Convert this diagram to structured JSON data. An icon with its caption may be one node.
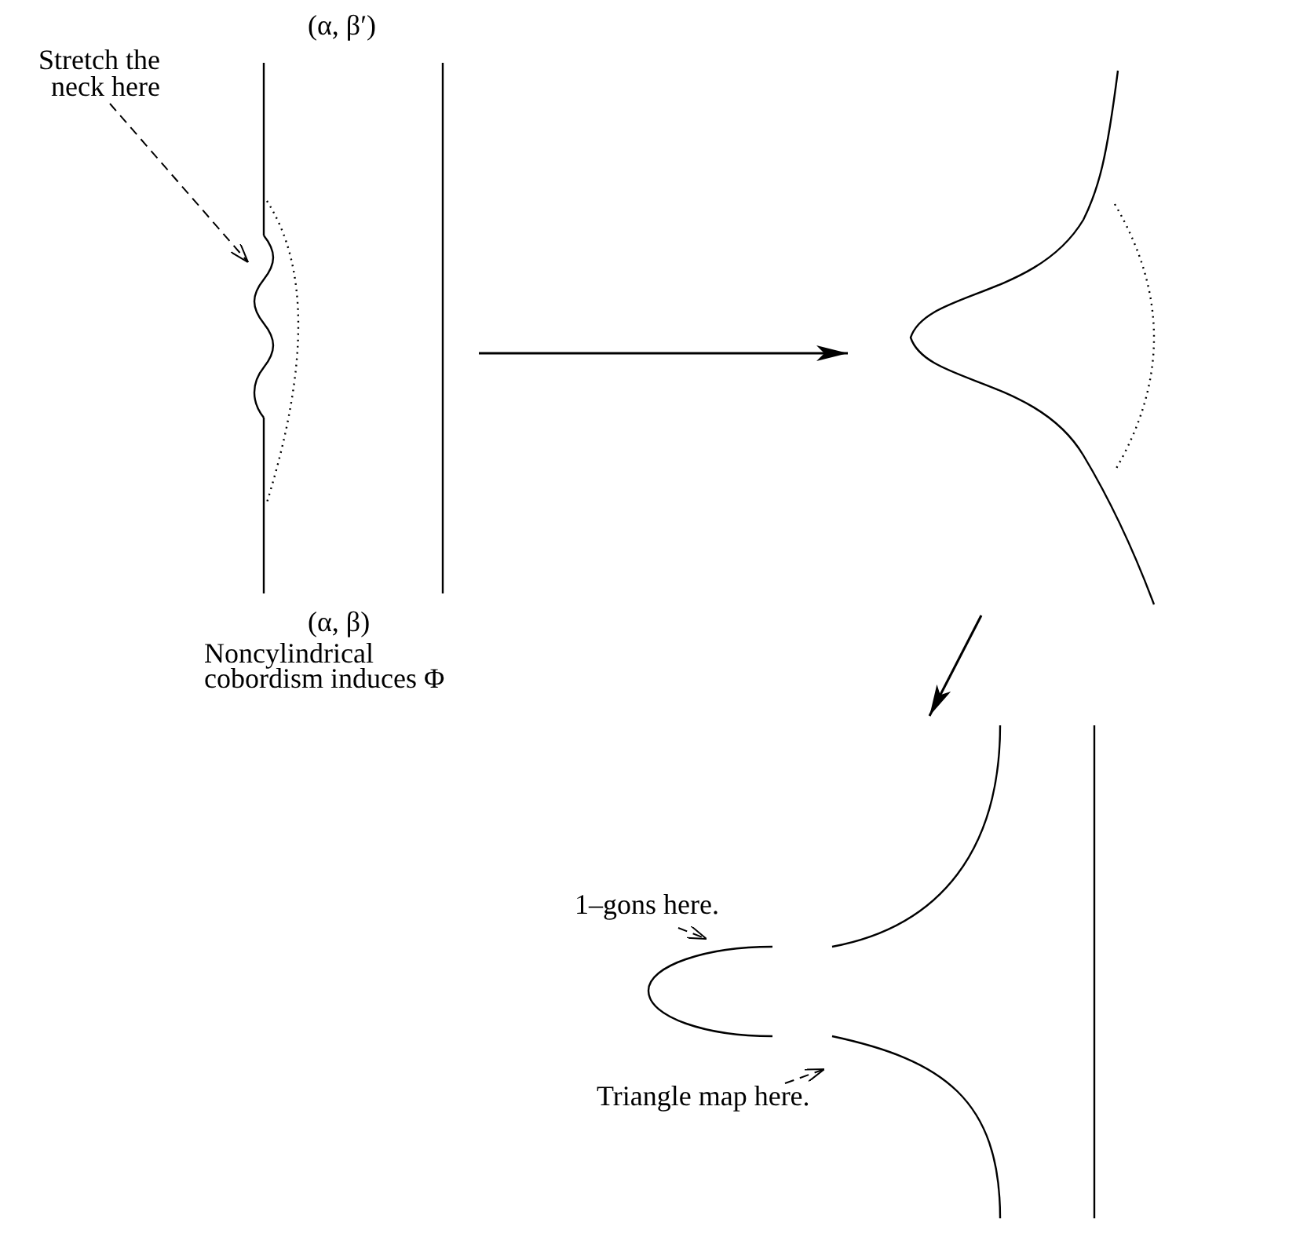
{
  "diagram": {
    "nodes": [
      {
        "text": [],
        "shape": "picture"
      },
      {
        "text": [
          "Stretch the neck here"
        ]
      },
      {
        "text": [],
        "shape": "picture",
        "in": 0
      },
      {
        "text": [],
        "shape": "picture"
      },
      {
        "text": [],
        "shape": "picture"
      },
      {
        "text": [
          "1–gons here."
        ]
      },
      {
        "text": [],
        "shape": "picture",
        "in": 4
      },
      {
        "text": [
          "Triangle map here."
        ]
      },
      {
        "text": [],
        "shape": "picture",
        "in": 4
      }
    ],
    "edges": [
      {
        "from": 1,
        "to": 2,
        "arrow": "to",
        "style": "dashed"
      },
      {
        "from": 0,
        "to": 3,
        "arrow": "to"
      },
      {
        "from": 3,
        "to": 4,
        "arrow": "to"
      },
      {
        "from": 5,
        "to": 6,
        "arrow": "to",
        "style": "dashed"
      },
      {
        "from": 7,
        "to": 8,
        "arrow": "to",
        "style": "dashed"
      }
    ],
    "labels": [
      "(α, β′)",
      "(α, β)",
      "Noncylindrical cobordism induces Φ"
    ]
  }
}
